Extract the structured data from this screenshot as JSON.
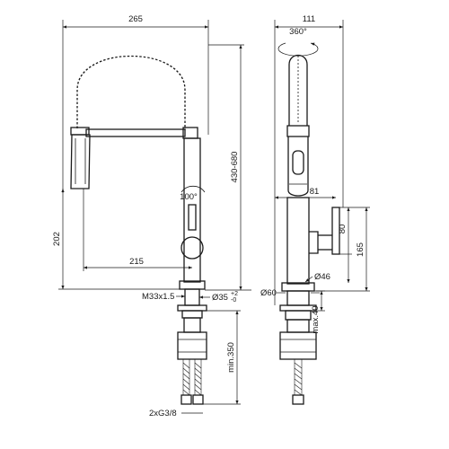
{
  "dimensions": {
    "overall_width": "265",
    "side_width": "111",
    "rotation": "360°",
    "height_range": "430-680",
    "swing_angle": "100°",
    "spout_height": "202",
    "spout_reach": "215",
    "thread": "M33x1.5",
    "hole_diameter": "Ø35",
    "hole_tolerance": "+2",
    "hole_tolerance_minus": "-0",
    "lever_offset": "81",
    "lever_height": "80",
    "lever_total": "165",
    "body_diameter": "Ø46",
    "base_diameter": "Ø60",
    "deck_thickness": "max.40",
    "hose_length": "min.350",
    "connections": "2xG3/8"
  }
}
